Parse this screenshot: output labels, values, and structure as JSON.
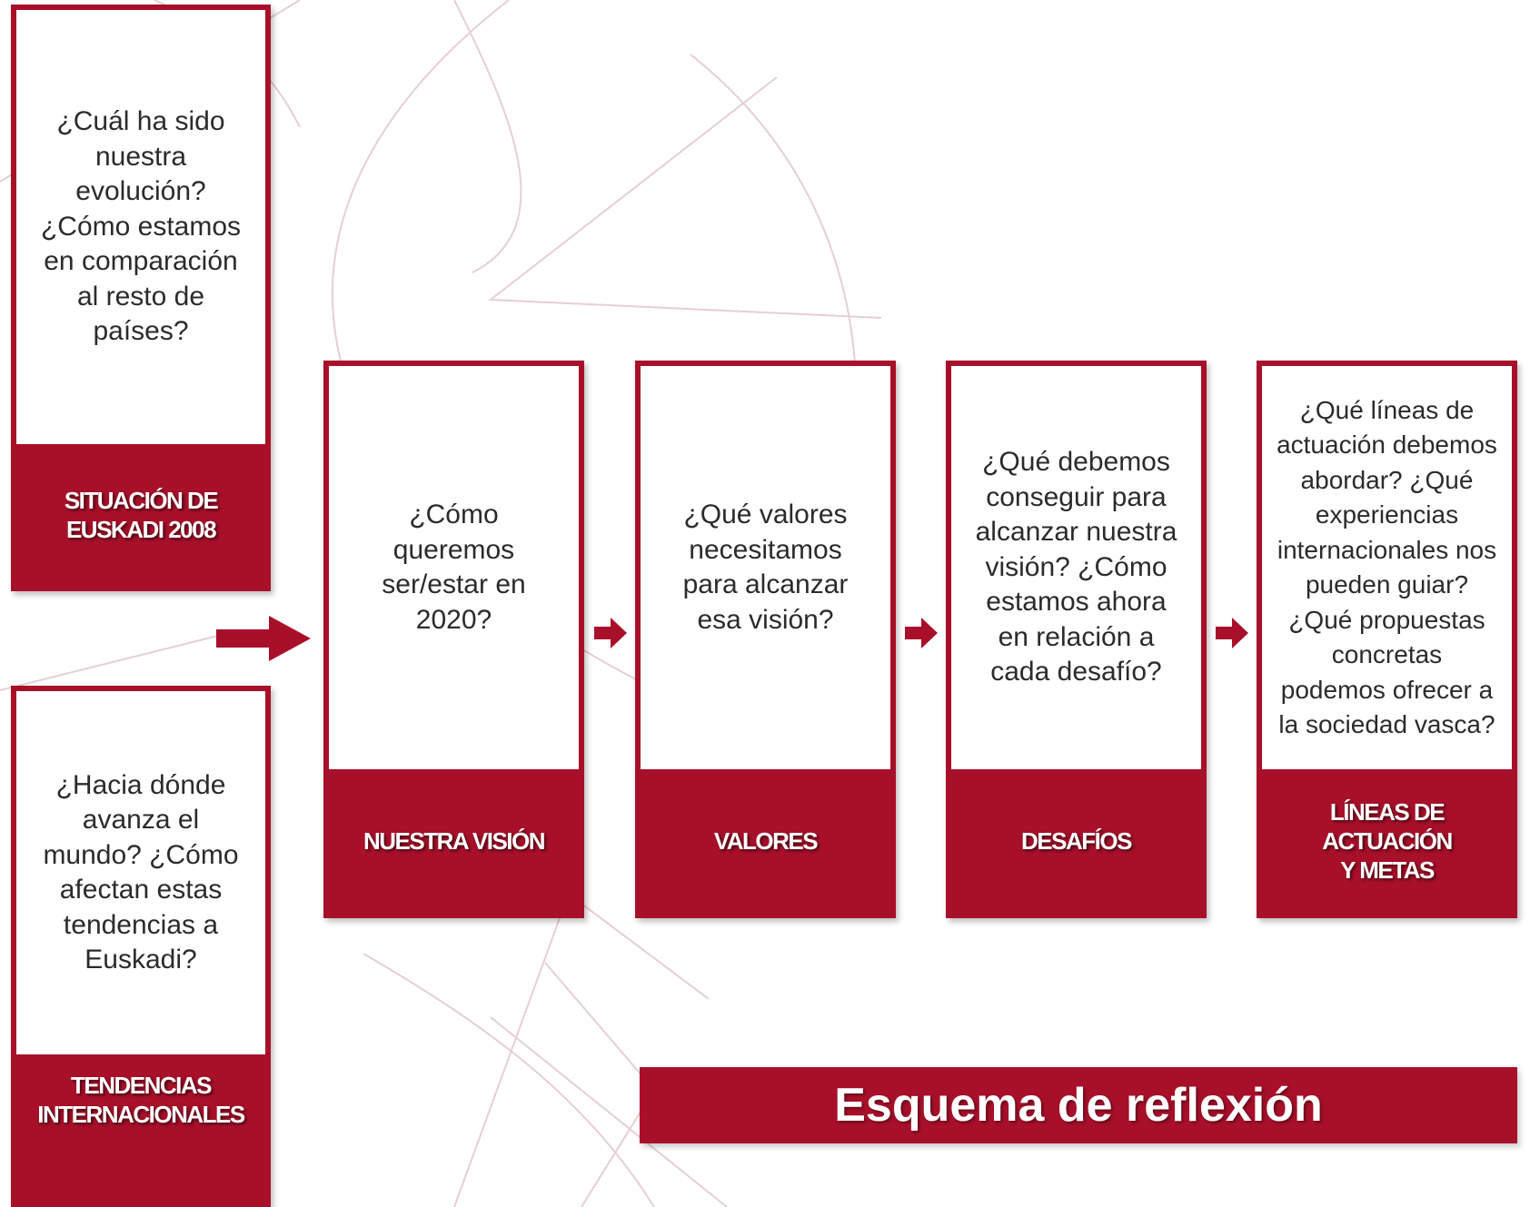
{
  "colors": {
    "accent": "#a8102a",
    "background": "#ffffff",
    "text": "#2b2b2b"
  },
  "cards": {
    "situacion": {
      "question": "¿Cuál ha sido\nnuestra\nevolución?\n¿Cómo estamos\nen comparación\nal resto de\npaíses?",
      "label": "SITUACIÓN DE\nEUSKADI 2008"
    },
    "tendencias": {
      "question": "¿Hacia dónde\navanza el\nmundo? ¿Cómo\nafectan estas\ntendencias a\nEuskadi?",
      "label": "TENDENCIAS\nINTERNACIONALES"
    },
    "vision": {
      "question": "¿Cómo\nqueremos\nser/estar en\n2020?",
      "label": "NUESTRA VISIÓN"
    },
    "valores": {
      "question": "¿Qué valores\nnecesitamos\npara alcanzar\nesa visión?",
      "label": "VALORES"
    },
    "desafios": {
      "question": "¿Qué debemos\nconseguir para\nalcanzar nuestra\nvisión? ¿Cómo\nestamos ahora\nen relación a\ncada desafío?",
      "label": "DESAFÍOS"
    },
    "lineas": {
      "question": "¿Qué líneas de\nactuación debemos\nabordar? ¿Qué\nexperiencias\ninternacionales nos\npueden guiar?\n¿Qué propuestas\nconcretas\npodemos ofrecer a\nla sociedad vasca?",
      "label": "LÍNEAS DE\nACTUACIÓN\nY METAS"
    }
  },
  "banner": {
    "title": "Esquema de reflexión"
  }
}
